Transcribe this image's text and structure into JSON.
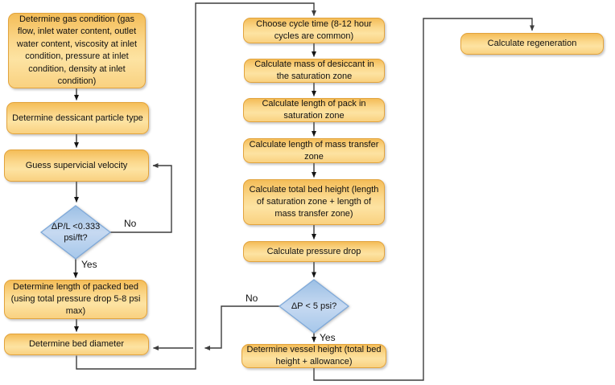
{
  "diagram_type": "flowchart",
  "nodes": {
    "determine_gas_condition": {
      "label": "Determine gas condition (gas flow, inlet water content, outlet water content, viscosity at inlet condition, pressure at inlet condition, density at inlet condition)"
    },
    "determine_dessicant_particle_type": {
      "label": "Determine dessicant particle type"
    },
    "guess_supervicial_velocity": {
      "label": "Guess supervicial velocity"
    },
    "determine_length_packed_bed": {
      "label": "Determine length of packed bed (using total pressure drop 5-8 psi max)"
    },
    "determine_bed_diameter": {
      "label": "Determine bed diameter"
    },
    "choose_cycle_time": {
      "label": "Choose cycle time (8-12 hour cycles are common)"
    },
    "calculate_mass_desiccant": {
      "label": "Calculate mass of desiccant in the saturation zone"
    },
    "calculate_length_pack_saturation": {
      "label": "Calculate length of pack in saturation zone"
    },
    "calculate_length_mass_transfer": {
      "label": "Calculate length of mass transfer zone"
    },
    "calculate_total_bed_height": {
      "label": "Calculate total bed height (length of saturation zone + length of mass transfer zone)"
    },
    "calculate_pressure_drop": {
      "label": "Calculate pressure drop"
    },
    "determine_vessel_height": {
      "label": "Determine vessel height (total bed height + allowance)"
    },
    "calculate_regeneration": {
      "label": "Calculate regeneration"
    }
  },
  "decisions": {
    "dp_per_length": {
      "label": "ΔP/L <0.333 psi/ft?"
    },
    "dp_limit": {
      "label": "ΔP < 5 psi?"
    }
  },
  "edge_labels": {
    "no_dp_per_length": "No",
    "yes_dp_per_length": "Yes",
    "no_dp_limit": "No",
    "yes_dp_limit": "Yes"
  },
  "colors": {
    "process_fill_top": "#f4bd58",
    "process_fill_mid": "#fde3a2",
    "process_border": "#e2a33c",
    "decision_fill": "#b3cdec",
    "decision_border": "#7fa9d9",
    "connector": "#3d3d3d",
    "text": "#111111"
  }
}
